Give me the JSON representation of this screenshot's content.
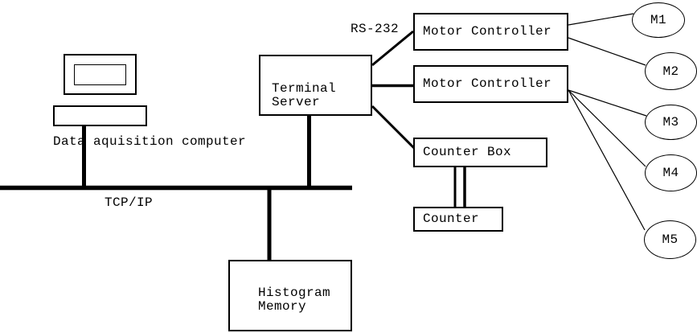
{
  "colors": {
    "line": "#000000",
    "background": "#ffffff",
    "text": "#000000"
  },
  "nodes": {
    "data_acquisition": {
      "caption": "Data aquisition computer"
    },
    "terminal_server": {
      "label": "Terminal\nServer"
    },
    "motor_controller_1": {
      "label": "Motor Controller"
    },
    "motor_controller_2": {
      "label": "Motor Controller"
    },
    "counter_box": {
      "label": "Counter Box"
    },
    "counter": {
      "label": "Counter"
    },
    "histogram_memory": {
      "label": "Histogram\nMemory"
    }
  },
  "labels": {
    "bus": "TCP/IP",
    "serial_link": "RS-232"
  },
  "motors": [
    {
      "label": "M1"
    },
    {
      "label": "M2"
    },
    {
      "label": "M3"
    },
    {
      "label": "M4"
    },
    {
      "label": "M5"
    }
  ]
}
